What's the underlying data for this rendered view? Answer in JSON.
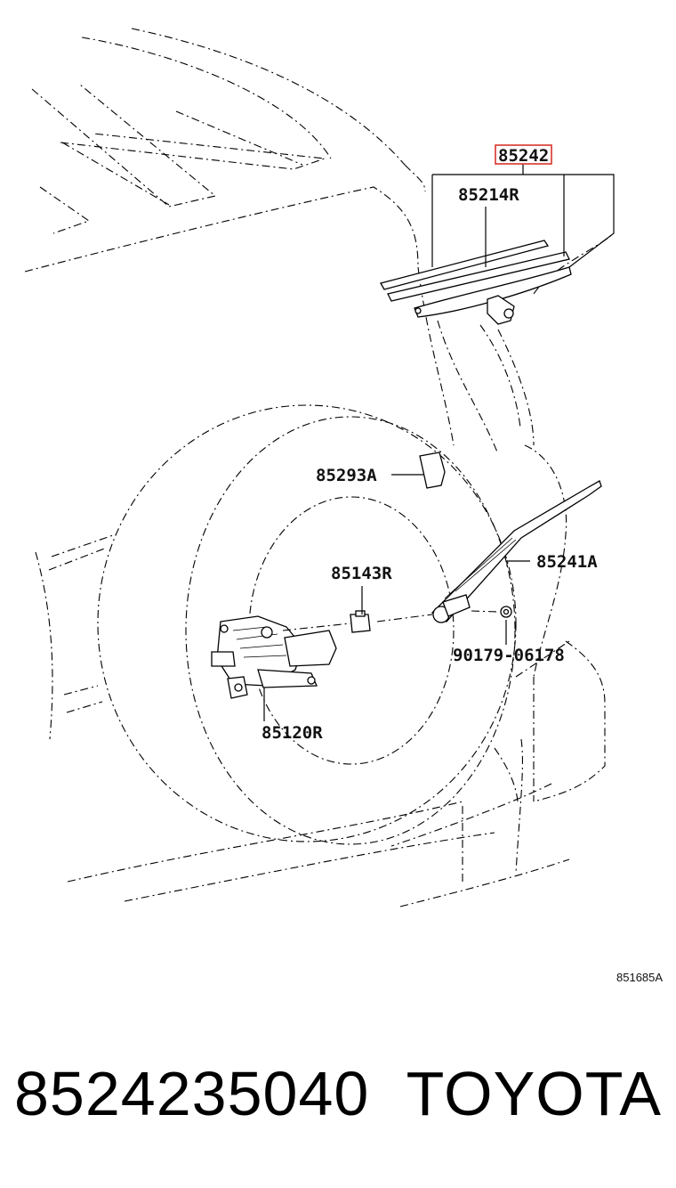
{
  "diagram": {
    "labels": {
      "highlighted_part": "85242",
      "blade": "85214R",
      "cap": "85293A",
      "pivot": "85143R",
      "arm": "85241A",
      "nut": "90179-06178",
      "motor": "85120R"
    },
    "figure_ref": "851685A",
    "highlight_color": "#d9342b"
  },
  "footer": {
    "part_number": "8524235040",
    "brand": "TOYOTA"
  }
}
